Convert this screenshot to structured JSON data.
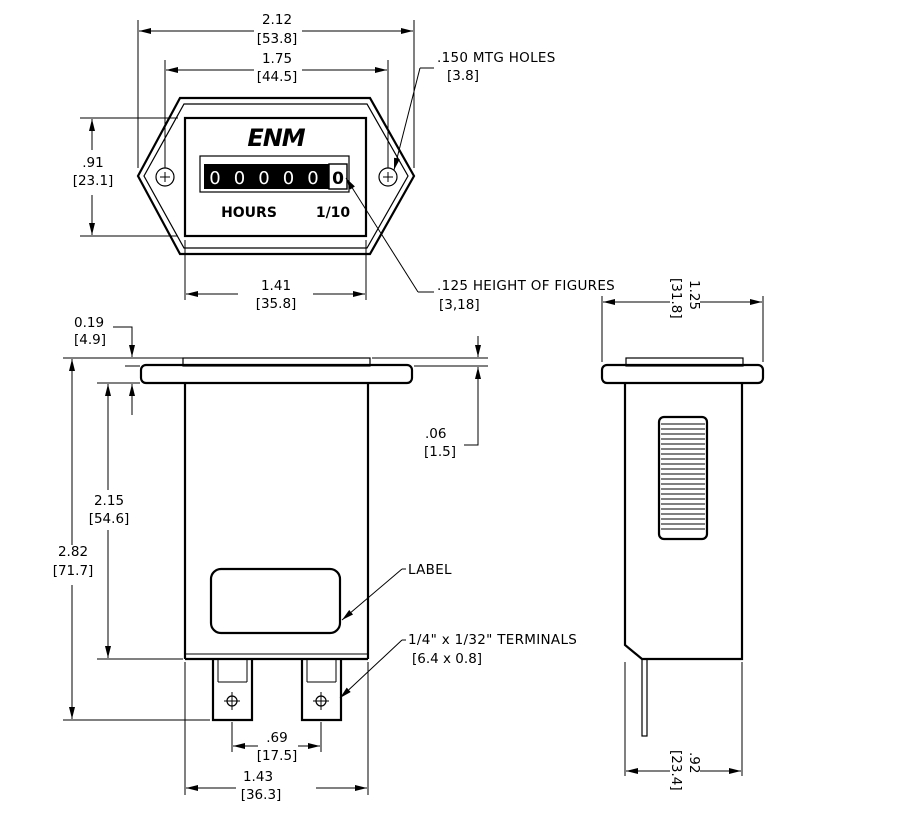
{
  "top_view": {
    "overall_width": {
      "in": "2.12",
      "mm": "[53.8]"
    },
    "hole_spacing": {
      "in": "1.75",
      "mm": "[44.5]"
    },
    "height": {
      "in": ".91",
      "mm": "[23.1]"
    },
    "body_width": {
      "in": "1.41",
      "mm": "[35.8]"
    },
    "mtg_holes": {
      "in": ".150 MTG HOLES",
      "mm": "[3.8]"
    },
    "figure_height": {
      "in": ".125 HEIGHT OF FIGURES",
      "mm": "[3,18]"
    },
    "logo": "ENM",
    "counter_digits": [
      "0",
      "0",
      "0",
      "0",
      "0"
    ],
    "counter_last_digit": "0",
    "units_label": "HOURS",
    "resolution_label": "1/10"
  },
  "front_view": {
    "flange": {
      "in": "0.19",
      "mm": "[4.9]"
    },
    "flange_offset": {
      "in": ".06",
      "mm": "[1.5]"
    },
    "body_height": {
      "in": "2.15",
      "mm": "[54.6]"
    },
    "overall_height": {
      "in": "2.82",
      "mm": "[71.7]"
    },
    "label_callout": "LABEL",
    "terminals_callout": {
      "text": "1/4\" x 1/32\" TERMINALS",
      "mm": "[6.4 x 0.8]"
    },
    "terminal_spacing": {
      "in": ".69",
      "mm": "[17.5]"
    },
    "body_width": {
      "in": "1.43",
      "mm": "[36.3]"
    }
  },
  "side_view": {
    "overall_depth": {
      "in": "1.25",
      "mm": "[31.8]"
    },
    "body_depth": {
      "in": ".92",
      "mm": "[23.4]"
    }
  }
}
